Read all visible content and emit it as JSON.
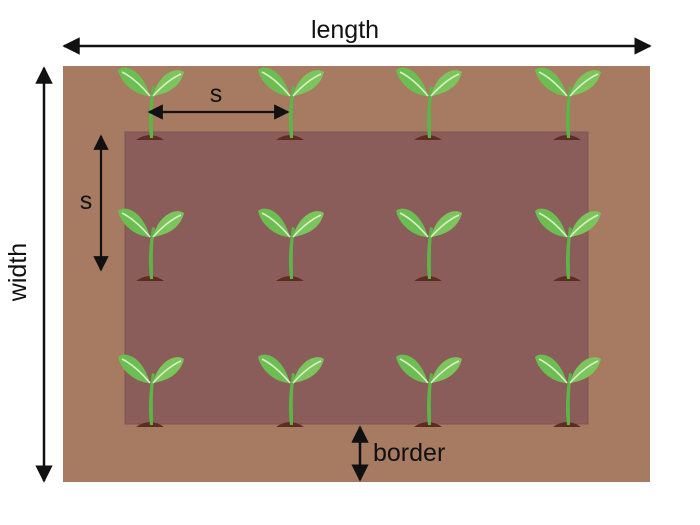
{
  "labels": {
    "length": "length",
    "width": "width",
    "spacing_horizontal": "s",
    "spacing_vertical": "s",
    "border": "border"
  },
  "colors": {
    "field": "#A67B62",
    "inner": "#8A5D5B",
    "inner_edge": "#7E5654",
    "soil": "#5E2D22",
    "stem": "#5DB447",
    "leaf": "#7CC45C",
    "leaf_vein": "#D9F0C7",
    "arrow": "#111111"
  },
  "grid": {
    "rows": 3,
    "columns": 4
  },
  "icons": {
    "plant": "seedling-icon"
  }
}
